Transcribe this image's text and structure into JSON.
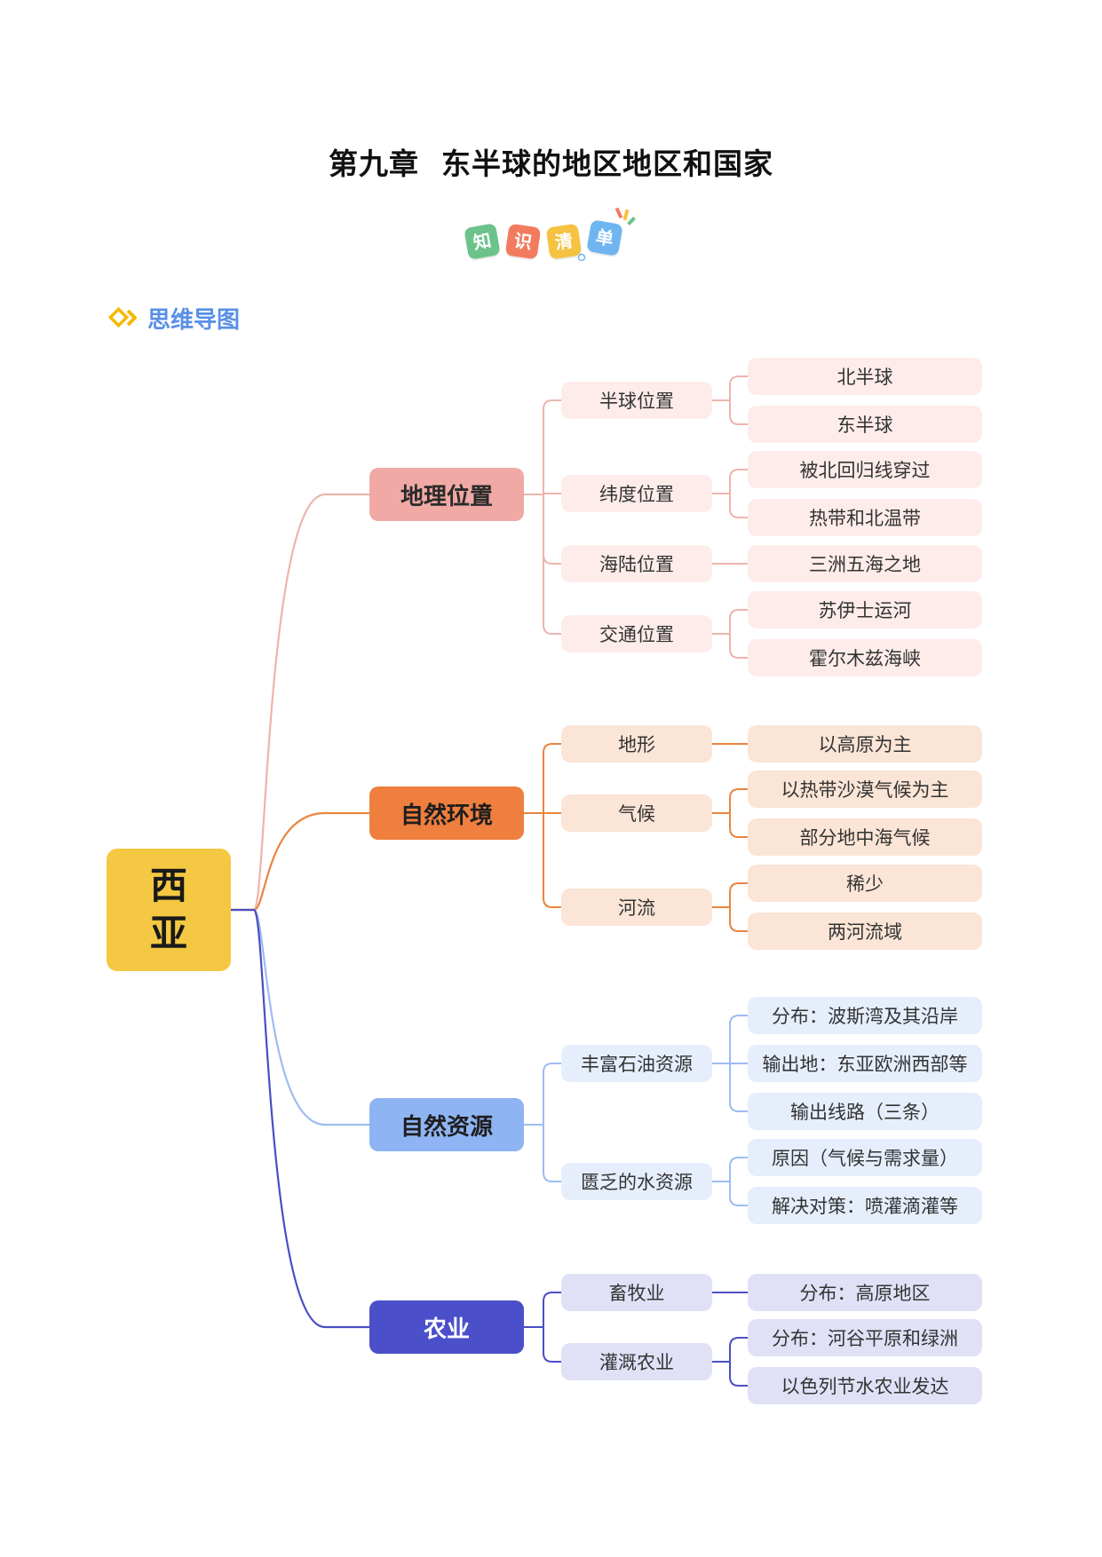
{
  "page_title": "第九章  东半球的地区地区和国家",
  "badges": [
    {
      "char": "知",
      "color": "#6cc38a"
    },
    {
      "char": "识",
      "color": "#f27b5f"
    },
    {
      "char": "清",
      "color": "#f5c242"
    },
    {
      "char": "单",
      "color": "#6fb6f0"
    }
  ],
  "section_heading": "思维导图",
  "root": {
    "line1": "西",
    "line2": "亚",
    "color": "#f4c842"
  },
  "branches": [
    {
      "label": "地理位置",
      "theme": "c-red",
      "box_color": "#f0a9a4",
      "line_color": "#edb4ad",
      "children": [
        {
          "label": "半球位置",
          "leaves": [
            "北半球",
            "东半球"
          ]
        },
        {
          "label": "纬度位置",
          "leaves": [
            "被北回归线穿过",
            "热带和北温带"
          ]
        },
        {
          "label": "海陆位置",
          "leaves": [
            "三洲五海之地"
          ]
        },
        {
          "label": "交通位置",
          "leaves": [
            "苏伊士运河",
            "霍尔木兹海峡"
          ]
        }
      ]
    },
    {
      "label": "自然环境",
      "theme": "c-orange",
      "box_color": "#ee7f3e",
      "line_color": "#e9853f",
      "children": [
        {
          "label": "地形",
          "leaves": [
            "以高原为主"
          ]
        },
        {
          "label": "气候",
          "leaves": [
            "以热带沙漠气候为主",
            "部分地中海气候"
          ]
        },
        {
          "label": "河流",
          "leaves": [
            "稀少",
            "两河流域"
          ]
        }
      ]
    },
    {
      "label": "自然资源",
      "theme": "c-blue",
      "box_color": "#8fb4f3",
      "line_color": "#9dbcf1",
      "children": [
        {
          "label": "丰富石油资源",
          "leaves": [
            "分布：波斯湾及其沿岸",
            "输出地：东亚欧洲西部等",
            "输出线路（三条）"
          ]
        },
        {
          "label": "匮乏的水资源",
          "leaves": [
            "原因（气候与需求量）",
            "解决对策：喷灌滴灌等"
          ]
        }
      ]
    },
    {
      "label": "农业",
      "theme": "c-indigo",
      "box_color": "#4b4fc9",
      "line_color": "#4a4ec4",
      "children": [
        {
          "label": "畜牧业",
          "leaves": [
            "分布：高原地区"
          ]
        },
        {
          "label": "灌溉农业",
          "leaves": [
            "分布：河谷平原和绿洲",
            "以色列节水农业发达"
          ]
        }
      ]
    }
  ]
}
